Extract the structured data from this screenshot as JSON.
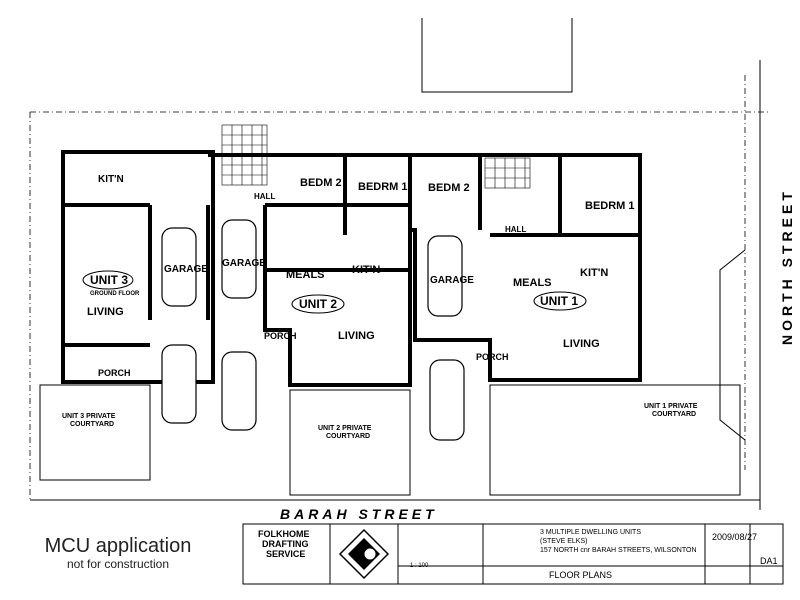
{
  "watermark": {
    "line1": "MCU application",
    "line2": "not for construction"
  },
  "streets": {
    "south": "BARAH STREET",
    "east": "NORTH STREET"
  },
  "units": {
    "unit1": "UNIT 1",
    "unit2": "UNIT 2",
    "unit3": "UNIT 3",
    "unit3_sub": "GROUND FLOOR"
  },
  "rooms": {
    "bedm2_u2": "BEDM 2",
    "bedrm1_u2": "BEDRM 1",
    "bedm2_u1": "BEDM 2",
    "bedrm1_u1": "BEDRM 1",
    "kitn_u3": "KIT'N",
    "kitn_u2": "KIT'N",
    "kitn_u1": "KIT'N",
    "garage_u3": "GARAGE",
    "garage_u2a": "GARAGE",
    "garage_u2b": "GARAGE",
    "meals_u2": "MEALS",
    "meals_u1": "MEALS",
    "living_u3": "LIVING",
    "living_u2": "LIVING",
    "living_u1": "LIVING",
    "porch_u3": "PORCH",
    "porch_u2": "PORCH",
    "porch_u1": "PORCH",
    "hall_u2": "HALL",
    "hall_u1": "HALL"
  },
  "courtyards": {
    "u3": [
      "UNIT 3 PRIVATE",
      "COURTYARD"
    ],
    "u2": [
      "UNIT 2 PRIVATE",
      "COURTYARD"
    ],
    "u1": [
      "UNIT 1 PRIVATE",
      "COURTYARD"
    ]
  },
  "title_block": {
    "firm_line1": "FOLKHOME",
    "firm_line2": "DRAFTING",
    "firm_line3": "SERVICE",
    "job_description": "3 MULTIPLE DWELLING UNITS",
    "client": "(STEVE ELKS)",
    "address": "157 NORTH cnr BARAH STREETS, WILSONTON",
    "date": "2009/08/27",
    "sheet_title": "FLOOR PLANS",
    "scale": "1 : 100",
    "drawing_no": "DA1"
  }
}
